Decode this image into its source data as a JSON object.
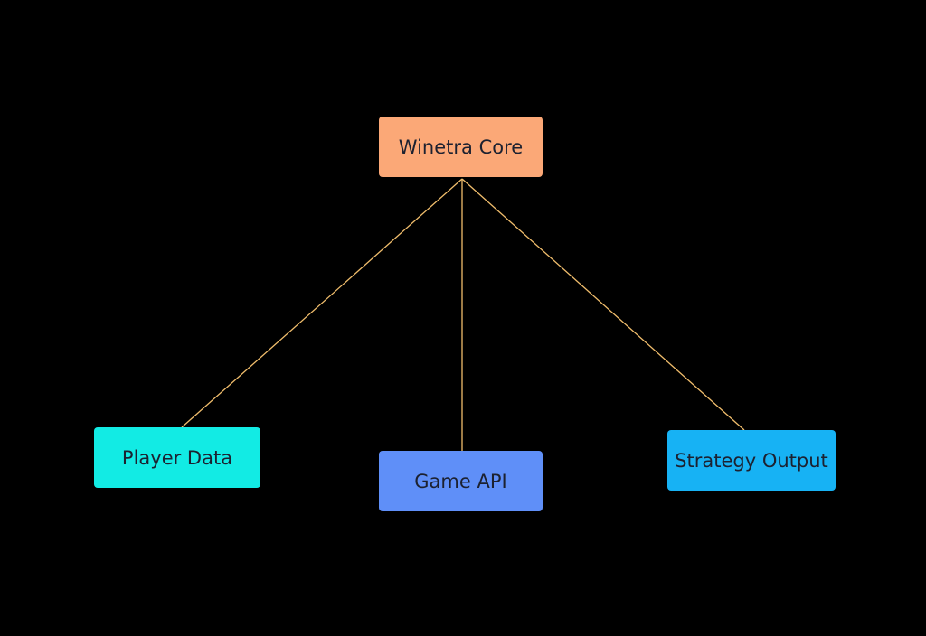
{
  "colors": {
    "background": "#000000",
    "connector": "#f0bd6c",
    "text": "#1c2130"
  },
  "nodes": {
    "core": {
      "label": "Winetra Core",
      "color": "#fba877"
    },
    "player_data": {
      "label": "Player Data",
      "color": "#12ebe4"
    },
    "game_api": {
      "label": "Game API",
      "color": "#5f8ff8"
    },
    "strategy_output": {
      "label": "Strategy Output",
      "color": "#17b2f4"
    }
  },
  "edges": [
    {
      "from": "core",
      "to": "player_data"
    },
    {
      "from": "core",
      "to": "game_api"
    },
    {
      "from": "core",
      "to": "strategy_output"
    }
  ]
}
